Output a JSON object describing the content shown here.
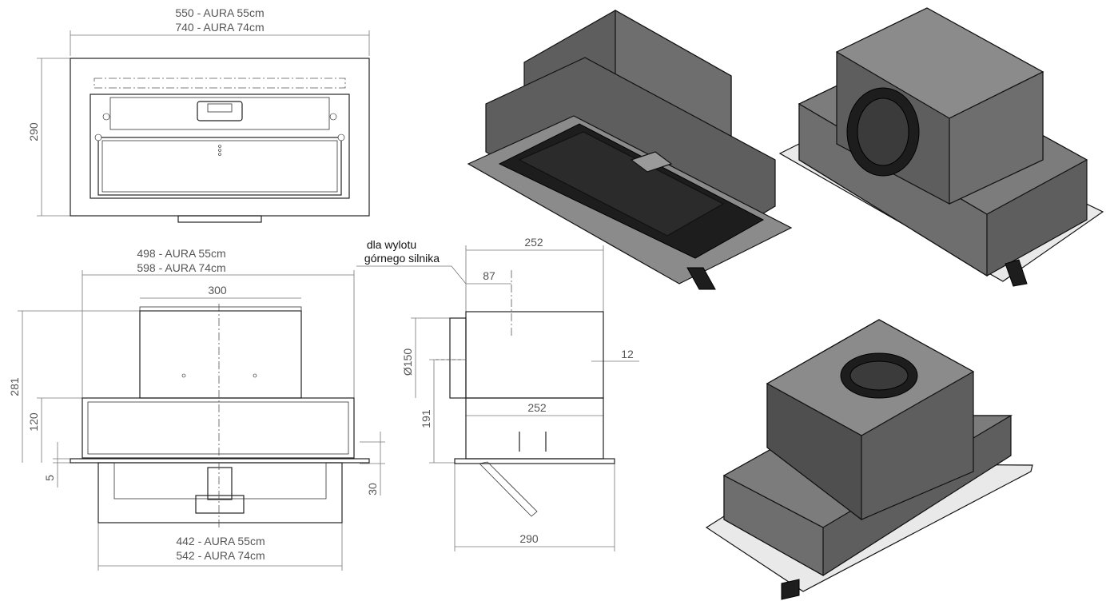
{
  "top_view": {
    "width_55": "550 - AURA 55cm",
    "width_74": "740 - AURA 74cm",
    "depth": "290"
  },
  "front_view": {
    "width_55": "498 - AURA 55cm",
    "width_74": "598 - AURA 74cm",
    "motor_width": "300",
    "total_height": "281",
    "body_height": "120",
    "flange": "5",
    "bottom_drop": "30",
    "base_55": "442 - AURA 55cm",
    "base_74": "542 - AURA 74cm"
  },
  "side_view": {
    "note_line1": "dla wylotu",
    "note_line2": "górnego silnika",
    "motor_depth": "252",
    "outlet_offset": "87",
    "outlet_diameter": "Ø150",
    "edge_offset": "12",
    "body_height": "191",
    "body_depth": "252",
    "total_depth": "290"
  },
  "colors": {
    "metal_top": "#8b8b8b",
    "metal_side": "#5e5e5e",
    "glass": "#e9e9e9",
    "dimension_lines": "#777777"
  }
}
